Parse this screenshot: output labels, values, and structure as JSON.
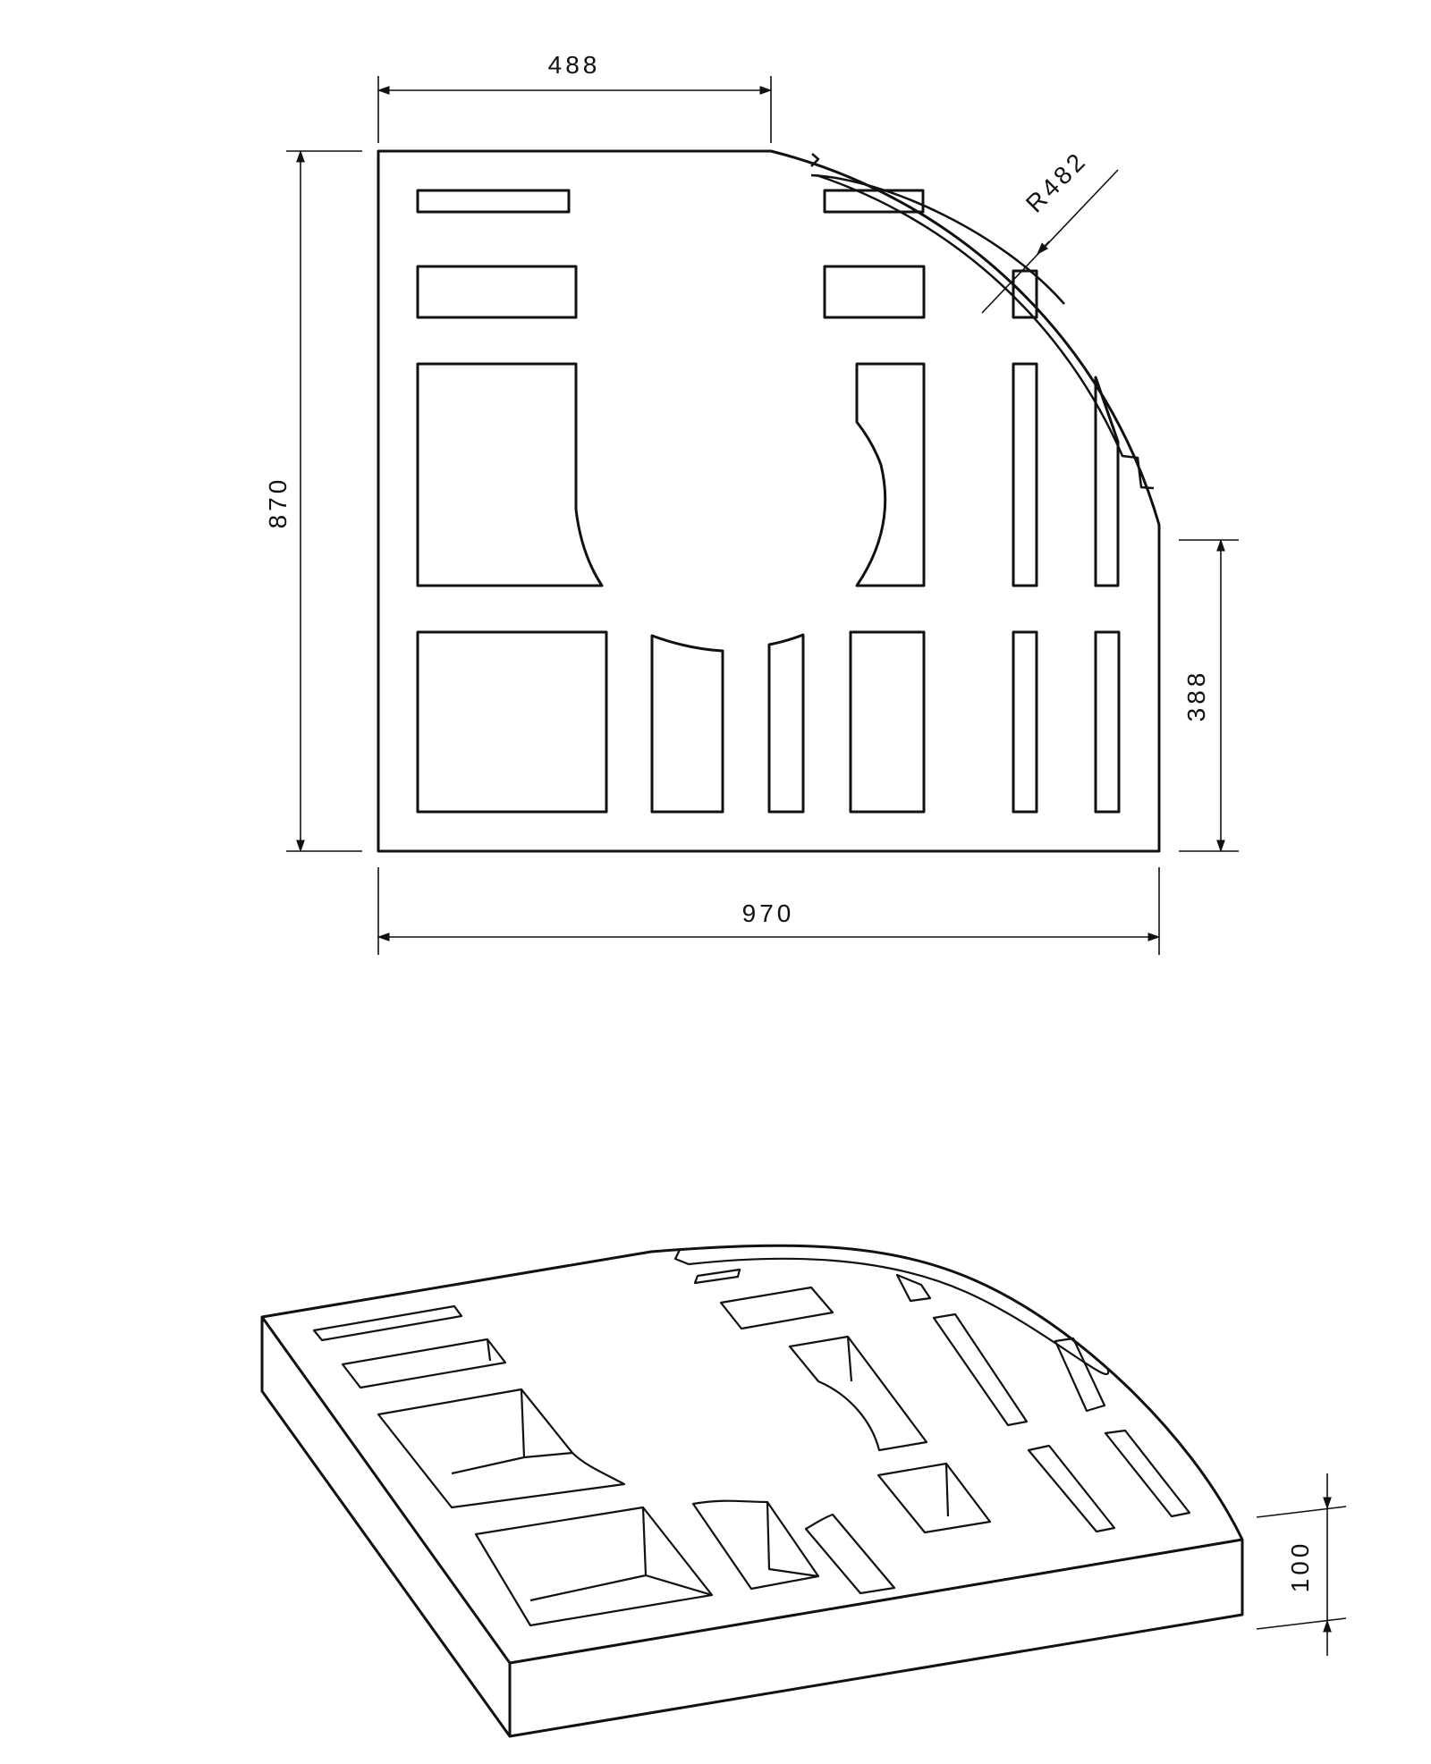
{
  "dimensions": {
    "top_width": "488",
    "overall_width": "970",
    "overall_depth": "870",
    "straight_side": "388",
    "radius": "R482",
    "thickness": "100"
  },
  "colors": {
    "line": "#111111",
    "background": "#ffffff"
  }
}
